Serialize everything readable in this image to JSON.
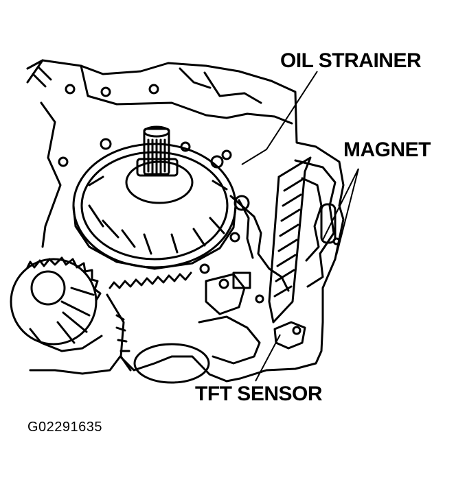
{
  "labels": {
    "oil_strainer": "OIL STRAINER",
    "magnet": "MAGNET",
    "tft_sensor": "TFT SENSOR"
  },
  "figure_id": "G02291635",
  "colors": {
    "ink": "#000000",
    "paper": "#ffffff"
  }
}
